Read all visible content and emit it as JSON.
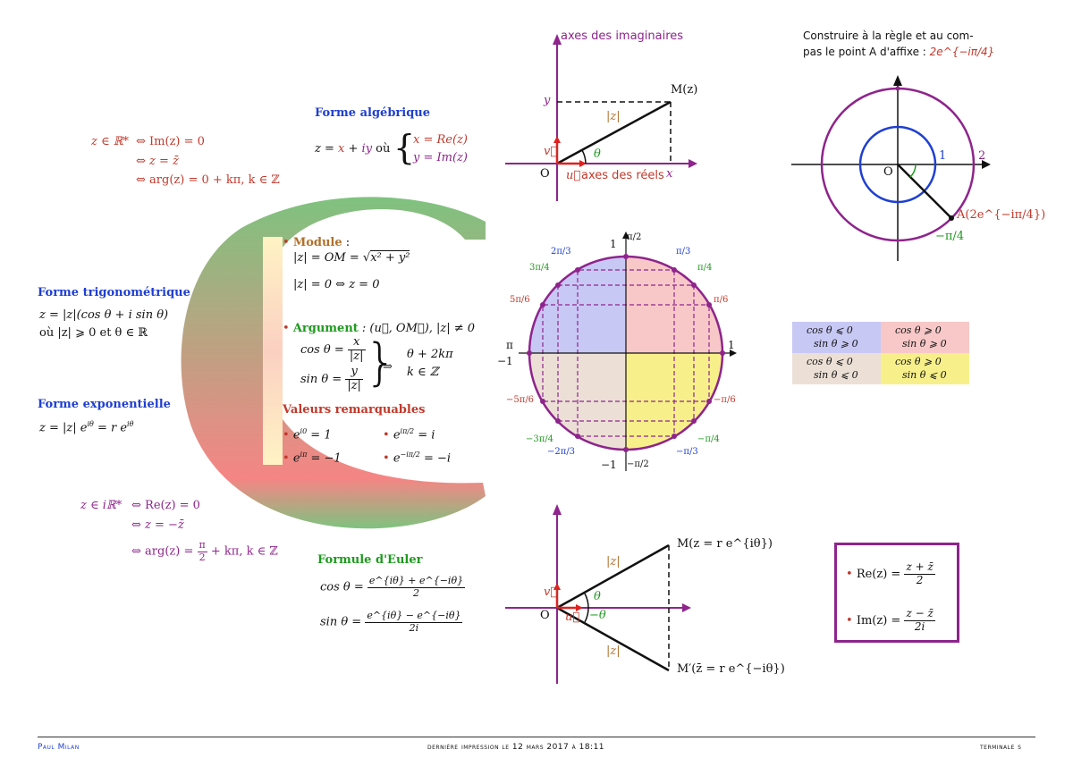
{
  "real_star": {
    "lhs": "z ∈ ℝ*",
    "l1": "Im(z) = 0",
    "l2": "z = z̄",
    "l3": "arg(z) = 0 + kπ,  k ∈ ℤ",
    "arrow": "⇔"
  },
  "imag_star": {
    "lhs": "z ∈ iℝ*",
    "l1": "Re(z) = 0",
    "l2": "z = −z̄",
    "l3a": "arg(z) =",
    "l3b": "+ kπ,  k ∈ ℤ",
    "arrow": "⇔"
  },
  "algebraic": {
    "title": "Forme algébrique",
    "lhs": "z = ",
    "x": "x",
    "plus": " + ",
    "iy": "iy",
    "ou": " où ",
    "c1": "x = Re(z)",
    "c2": "y = Im(z)"
  },
  "trig": {
    "title": "Forme trigonométrique",
    "l1": "z = |z|(cos θ + i sin θ)",
    "l2": "où  |z| ⩾ 0  et  θ ∈ ℝ"
  },
  "expo": {
    "title": "Forme exponentielle",
    "l1": "z = |z| e",
    "sup1": "iθ",
    "mid": " = r e",
    "sup2": "iθ"
  },
  "module": {
    "title": "Module",
    "colon": " :",
    "l1a": "|z| = OM = ",
    "l1b": "x² + y²",
    "l2": "|z| = 0  ⇔  z = 0"
  },
  "argument": {
    "title": "Argument",
    "l1": " : (u⃗, OM⃗),  |z| ≠ 0",
    "cos": "cos θ =",
    "sin": "sin θ =",
    "x": "x",
    "y": "y",
    "mod": "|z|",
    "imp": "⇒",
    "r1": "θ + 2kπ",
    "r2": "k ∈ ℤ"
  },
  "remarkable": {
    "title": "Valeurs remarquables",
    "v1": "e",
    "v1s": "i0",
    "v1r": " = 1",
    "v2": "e",
    "v2s": "iπ/2",
    "v2r": " = i",
    "v3": "e",
    "v3s": "iπ",
    "v3r": " = −1",
    "v4": "e",
    "v4s": "−iπ/2",
    "v4r": " = −i"
  },
  "euler": {
    "title": "Formule d'Euler",
    "cos": "cos θ =",
    "sin": "sin θ =",
    "cnum": "e^{iθ} + e^{−iθ}",
    "cden": "2",
    "snum": "e^{iθ} − e^{−iθ}",
    "sden": "2i"
  },
  "top_diagram": {
    "imag_axis": "axes des imaginaires",
    "real_axis": "axes des réels",
    "M": "M(z)",
    "mod": "|z|",
    "theta": "θ",
    "y": "y",
    "x": "x",
    "O": "O",
    "u": "u⃗",
    "v": "v⃗"
  },
  "construct": {
    "l1": "Construire à la règle et au com-",
    "l2": "pas le point A d'affixe : ",
    "val": "2e^{−iπ/4}",
    "O": "O",
    "one": "1",
    "two": "2",
    "A": "A(2e^{−iπ/4})",
    "angle": "−π/4"
  },
  "circle": {
    "labels": {
      "one_top": "1",
      "pi_half": "π/2",
      "minus_one_bottom": "−1",
      "minus_pi_half": "−π/2",
      "pi": "π",
      "minus_one": "−1",
      "one_right": "1",
      "a2pi3": "2π/3",
      "api3": "π/3",
      "a3pi4": "3π/4",
      "api4": "π/4",
      "a5pi6": "5π/6",
      "api6": "π/6",
      "am5pi6": "−5π/6",
      "ampi6": "−π/6",
      "am3pi4": "−3π/4",
      "ampi4": "−π/4",
      "am2pi3": "−2π/3",
      "ampi3": "−π/3"
    }
  },
  "sign_table": {
    "cells": [
      [
        "cos θ ⩽ 0",
        "sin θ ⩾ 0",
        "cos θ ⩾ 0",
        "sin θ ⩾ 0"
      ],
      [
        "cos θ ⩽ 0",
        "sin θ ⩽ 0",
        "cos θ ⩾ 0",
        "sin θ ⩽ 0"
      ]
    ],
    "colors": [
      "#c8c8f5",
      "#f8c8c8",
      "#ece0d6",
      "#f7f08a"
    ]
  },
  "bottom_diagram": {
    "M": "M(z = r e^{iθ})",
    "Mp": "M′(z̄ = r e^{−iθ})",
    "mod": "|z|",
    "theta": "θ",
    "mtheta": "−θ",
    "O": "O",
    "u": "u⃗",
    "v": "v⃗"
  },
  "box": {
    "re_lhs": "Re(z) = ",
    "re_num": "z + z̄",
    "re_den": "2",
    "im_lhs": "Im(z) = ",
    "im_num": "z − z̄",
    "im_den": "2i",
    "bullet": "•"
  },
  "footer": {
    "left": "Paul Milan",
    "center": "dernière impression le  12 mars 2017  à  18:11",
    "right": "terminale s"
  }
}
